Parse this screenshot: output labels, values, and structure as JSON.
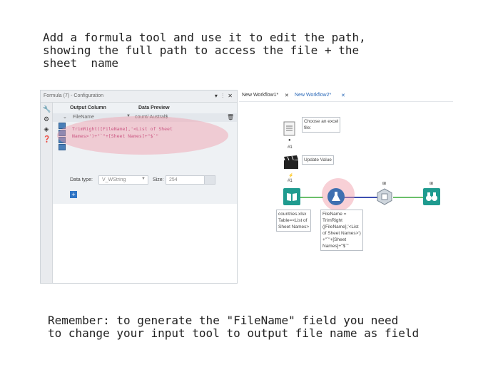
{
  "captions": {
    "top": "Add a formula tool and use it to edit the path,\nshowing the full path to access the file + the\nsheet  name",
    "bottom": "Remember: to generate the \"FileName\" field you need\nto change your input tool to output file name as field"
  },
  "panel": {
    "title": "Formula (7) - Configuration",
    "controls": "▾ ⫶ ✕",
    "headers": {
      "output": "Output Column",
      "preview": "Data Preview"
    },
    "row": {
      "name": "FileName",
      "preview": "count/ Austral$"
    },
    "expression": "TrimRight([FileName],'<List of Sheet\nNames>')+\"`\"+[Sheet Names]+\"$`\"",
    "datatype_label": "Data type:",
    "datatype_value": "V_WString",
    "size_label": "Size:",
    "size_value": "254",
    "add_label": "+"
  },
  "workflow": {
    "tabs": [
      {
        "label": "New Workflow1*",
        "close": "✕"
      },
      {
        "label": "New Workflow2*",
        "close": "✕"
      }
    ],
    "comments": {
      "choose": "Choose an excel\nfile:",
      "update": "Update Value",
      "input": "countries.xlsx\nTable=<List of\nSheet Names>",
      "formula": "FileName =\nTrimRight\n([FileName],'<List\nof Sheet Names>')\n+\"`\"+[Sheet\nNames]+\"$`\""
    },
    "labels": {
      "n1": "#1",
      "n2": "#1"
    }
  },
  "colors": {
    "highlight": "#f096a5",
    "accent": "#2f75c5",
    "input_tool": "#1f9b8f",
    "formula_tool": "#3f6fb0",
    "browse_tool": "#1f9b8f",
    "expression_text": "#b12a6b"
  }
}
